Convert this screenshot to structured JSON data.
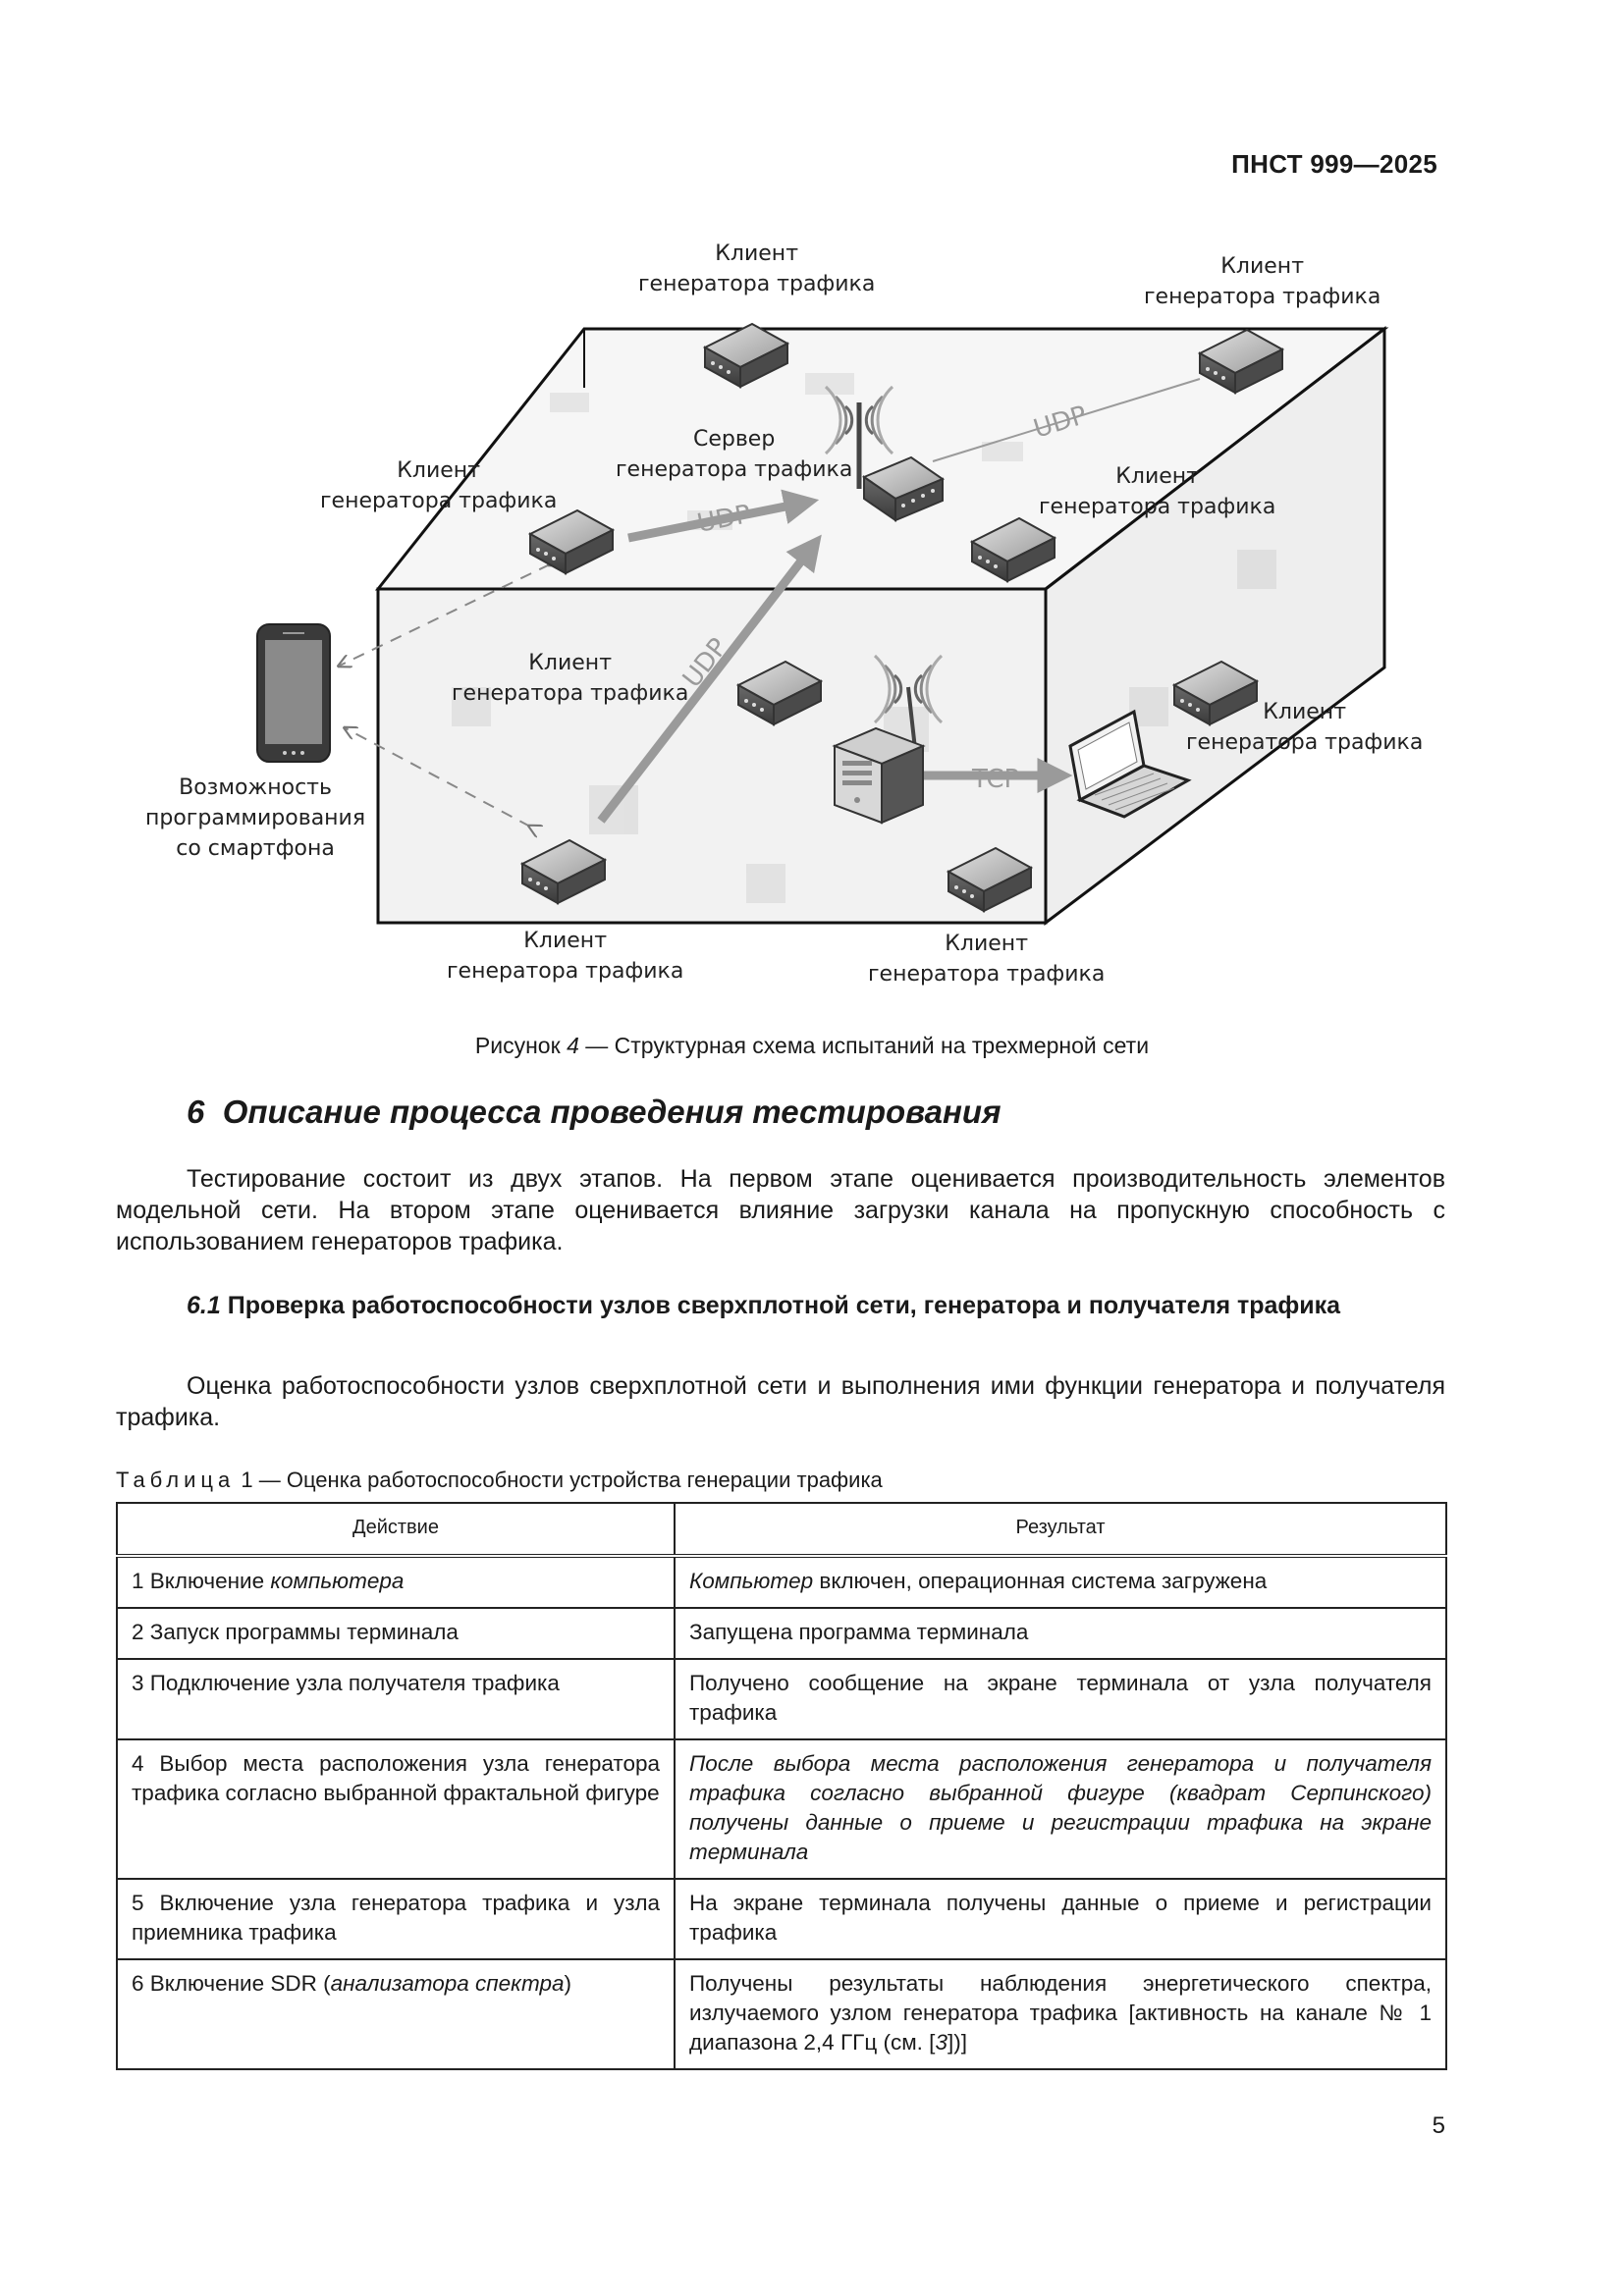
{
  "header": {
    "doc_code": "ПНСТ 999—2025"
  },
  "figure": {
    "labels": {
      "client_top": [
        "Клиент",
        "генератора трафика"
      ],
      "client_top_right": [
        "Клиент",
        "генератора трафика"
      ],
      "server": [
        "Сервер",
        "генератора трафика"
      ],
      "client_left": [
        "Клиент",
        "генератора трафика"
      ],
      "client_right_mid": [
        "Клиент",
        "генератора трафика"
      ],
      "client_center": [
        "Клиент",
        "генератора трафика"
      ],
      "client_far_right": [
        "Клиент",
        "генератора трафика"
      ],
      "smartphone": [
        "Возможность",
        "программирования",
        "со смартфона"
      ],
      "client_bottom_left": [
        "Клиент",
        "генератора трафика"
      ],
      "client_bottom_right": [
        "Клиент",
        "генератора трафика"
      ]
    },
    "protocols": {
      "udp": "UDP",
      "tcp": "TCP"
    },
    "caption_prefix": "Рисунок ",
    "caption_number": "4",
    "caption_text": " — Структурная схема испытаний на трехмерной сети"
  },
  "section": {
    "number": "6",
    "title": "Описание процесса проведения тестирования",
    "paragraph": "Тестирование состоит из двух этапов. На первом этапе оценивается производительность элементов модельной сети. На втором этапе оценивается влияние загрузки канала на пропускную способность с использованием генераторов трафика."
  },
  "subsection": {
    "number": "6.1",
    "title": "Проверка работоспособности узлов сверхплотной сети, генератора и получателя трафика",
    "paragraph": "Оценка работоспособности узлов сверхплотной сети и выполнения ими функции генератора и получателя трафика."
  },
  "table": {
    "label": "Таблица",
    "title": " 1 — Оценка работоспособности устройства генерации трафика",
    "headers": [
      "Действие",
      "Результат"
    ],
    "rows": [
      {
        "action": [
          "1 Включение ",
          "компьютера",
          ""
        ],
        "result": [
          "",
          "Компьютер",
          " включен, операционная система загружена"
        ]
      },
      {
        "action": [
          "2 Запуск программы терминала",
          "",
          ""
        ],
        "result": [
          "Запущена программа терминала",
          "",
          ""
        ]
      },
      {
        "action": [
          "3 Подключение узла получателя трафика",
          "",
          ""
        ],
        "result": [
          "Получено сообщение на экране терминала от узла получателя трафика",
          "",
          ""
        ]
      },
      {
        "action": [
          "4 Выбор места расположения узла генератора трафика согласно выбранной фрактальной фигуре",
          "",
          ""
        ],
        "result": [
          "",
          "После выбора места расположения генератора и получателя трафика согласно выбранной фигуре (квадрат Серпинского) получены данные о приеме и регистрации трафика на экране терминала",
          ""
        ]
      },
      {
        "action": [
          "5 Включение узла генератора трафика и узла приемника трафика",
          "",
          ""
        ],
        "result": [
          "На экране терминала получены данные о приеме и регистрации трафика",
          "",
          ""
        ]
      },
      {
        "action": [
          "6 Включение SDR (",
          "анализатора спектра",
          ")"
        ],
        "result": [
          "Получены результаты наблюдения энергетического спектра, излучаемого узлом генератора трафика [активность на канале № 1 диапазона 2,4 ГГц (см. [",
          "3",
          "])]"
        ]
      }
    ]
  },
  "footer": {
    "page_number": "5"
  }
}
